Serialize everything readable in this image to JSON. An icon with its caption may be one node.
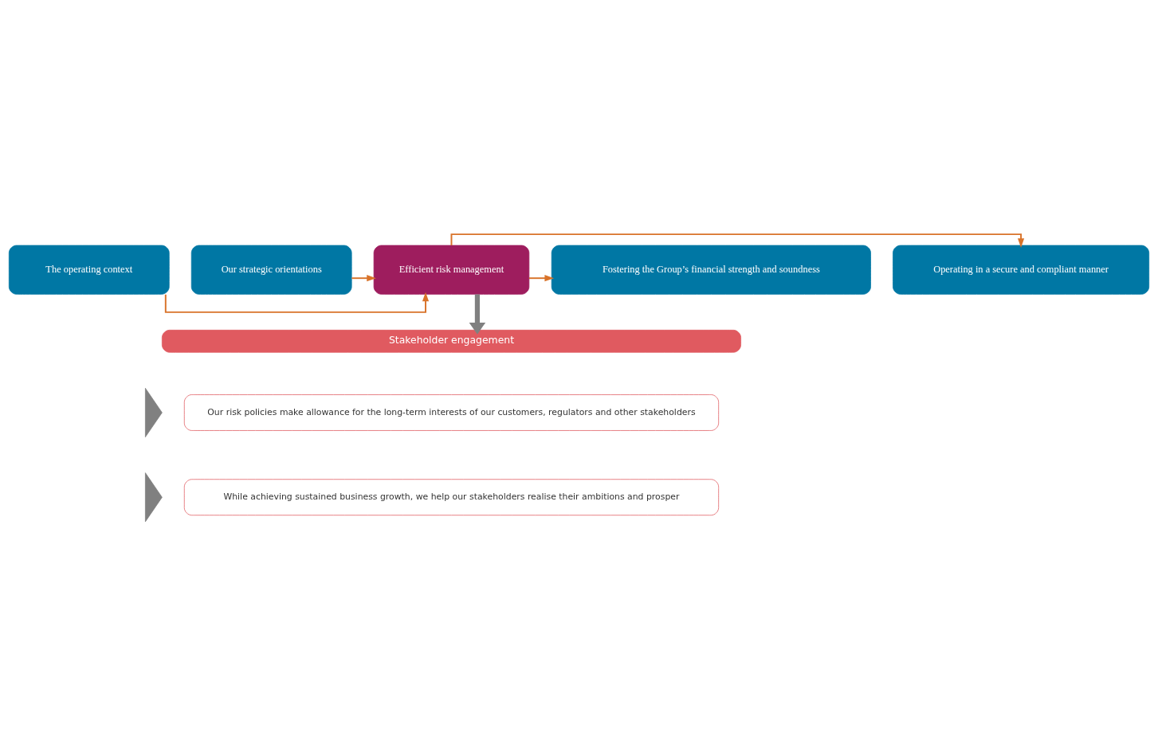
{
  "diagram": {
    "nodes": [
      {
        "text": [
          "The operating context"
        ]
      },
      {
        "text": [
          "Our strategic orientations"
        ]
      },
      {
        "text": [
          "Efficient risk management"
        ]
      },
      {
        "text": [
          "Fostering the Group’s financial strength and soundness"
        ]
      },
      {
        "text": [
          "Operating in a secure and compliant manner"
        ]
      },
      {
        "text": [
          "Stakeholder engagement"
        ]
      },
      {
        "text": [],
        "shape": "triangle"
      },
      {
        "text": [
          "Our risk policies make allowance for the long-term interests of our customers, regulators and other stakeholders"
        ]
      },
      {
        "text": [],
        "shape": "triangle"
      },
      {
        "text": [
          "While achieving sustained business growth, we help our stakeholders realise their ambitions and prosper"
        ]
      }
    ],
    "edges": [
      {
        "from": 0,
        "to": 2,
        "arrow": "to"
      },
      {
        "from": 1,
        "to": 2,
        "arrow": "to"
      },
      {
        "from": 2,
        "to": 3,
        "arrow": "to"
      },
      {
        "from": 2,
        "to": 4,
        "arrow": "to"
      },
      {
        "from": 2,
        "to": 5,
        "arrow": "to",
        "style": "thick",
        "color": "#808080"
      }
    ]
  }
}
